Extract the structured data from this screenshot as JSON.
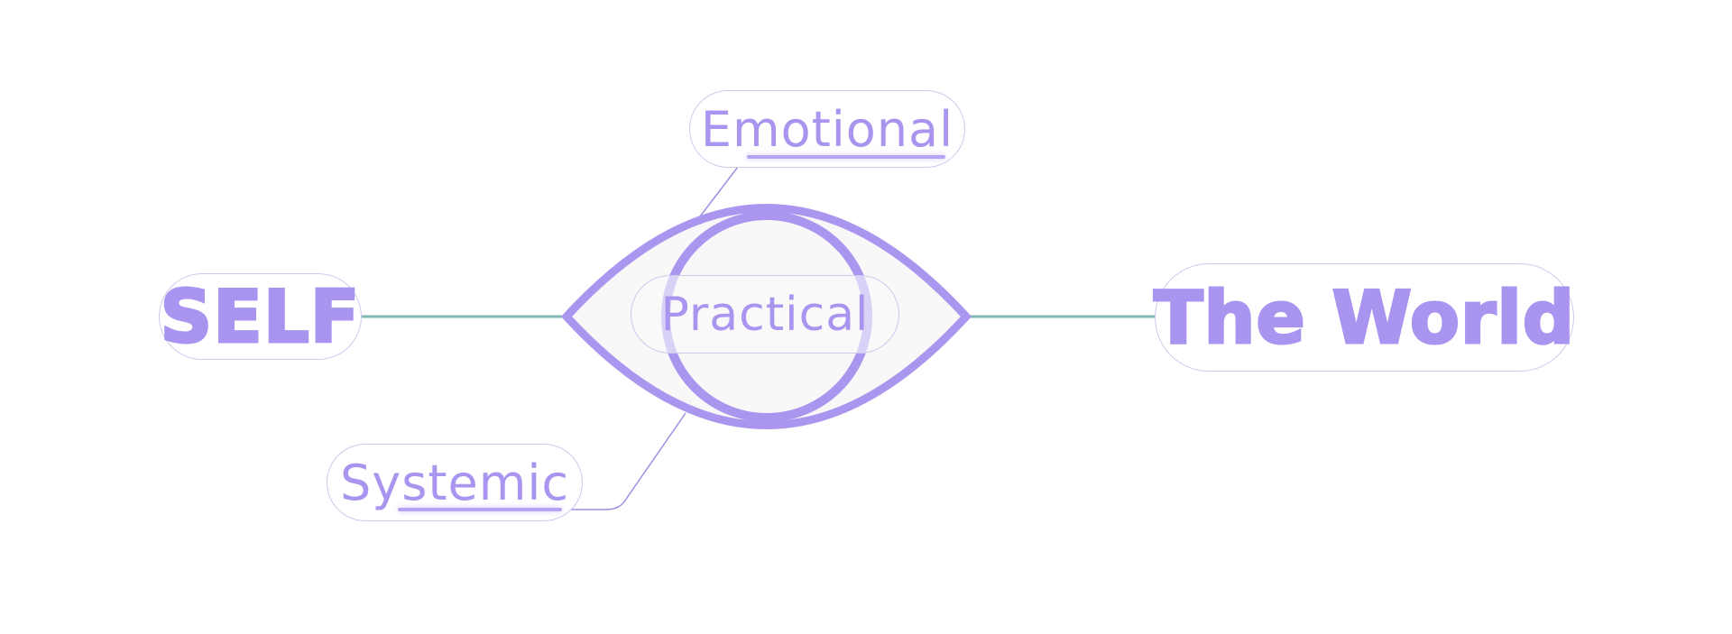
{
  "diagram": {
    "center": {
      "label": "Practical",
      "icon": "eye-icon"
    },
    "left": {
      "label": "SELF"
    },
    "right": {
      "label": "The World"
    },
    "top": {
      "label": "Emotional"
    },
    "bottom": {
      "label": "Systemic"
    }
  },
  "colors": {
    "accent": "#a994ef",
    "pill_border": "#cfc9ec",
    "connector_teal": "#7fb7b6",
    "connector_purple": "#9d90e6",
    "eye_fill": "#f8f8f8"
  }
}
